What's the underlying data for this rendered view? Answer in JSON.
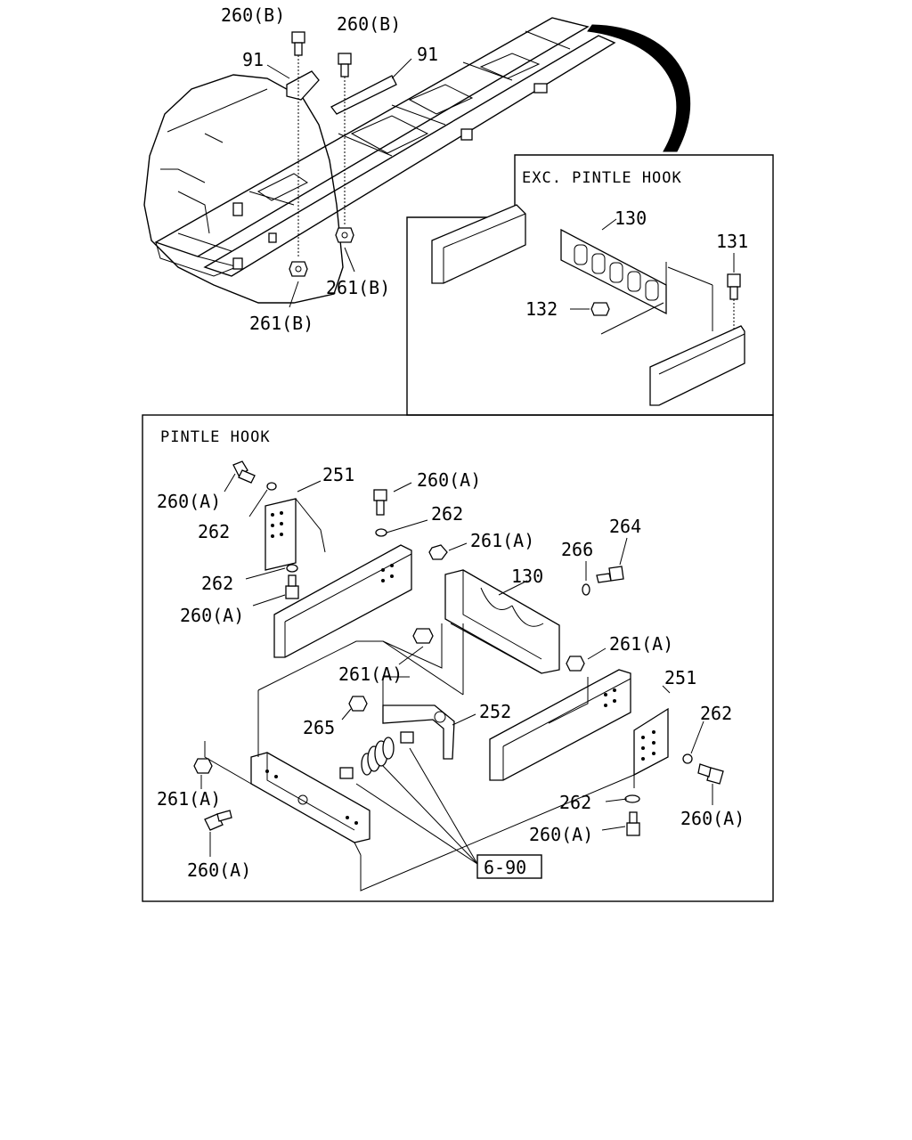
{
  "panels": {
    "exc_pintle_hook_title": "EXC. PINTLE HOOK",
    "pintle_hook_title": "PINTLE HOOK"
  },
  "top_labels": {
    "l1": "260(B)",
    "l2": "260(B)",
    "l3": "91",
    "l4": "91",
    "l5": "261(B)",
    "l6": "261(B)"
  },
  "exc_labels": {
    "l1": "130",
    "l2": "131",
    "l3": "132"
  },
  "pintle_labels": {
    "l1": "251",
    "l2": "260(A)",
    "l3": "262",
    "l4": "260(A)",
    "l5": "262",
    "l6": "261(A)",
    "l7": "262",
    "l8": "260(A)",
    "l9": "130",
    "l10": "266",
    "l11": "264",
    "l12": "261(A)",
    "l13": "261(A)",
    "l14": "251",
    "l15": "252",
    "l16": "265",
    "l17": "262",
    "l18": "261(A)",
    "l19": "262",
    "l20": "260(A)",
    "l21": "260(A)",
    "l22": "260(A)",
    "ref_box": "6-90"
  }
}
